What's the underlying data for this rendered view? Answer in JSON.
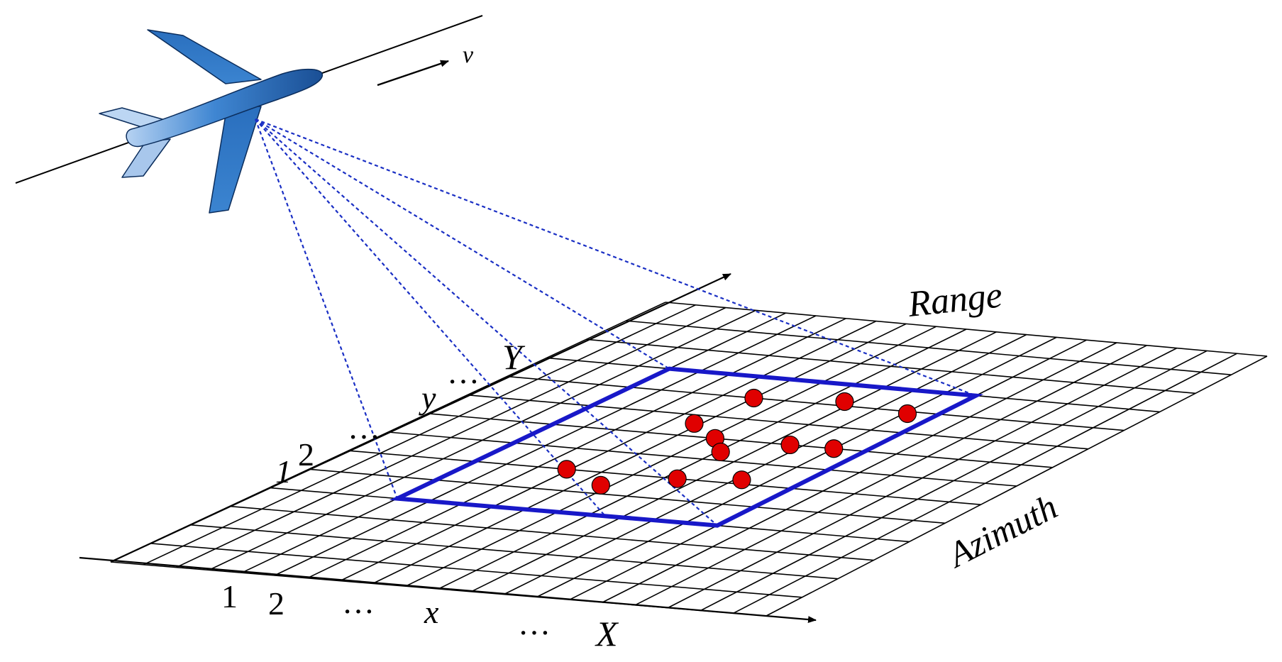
{
  "labels": {
    "velocity": "v",
    "range": "Range",
    "azimuth": "Azimuth"
  },
  "x_axis_ticks": [
    "1",
    "2",
    "…",
    "x",
    "…",
    "X"
  ],
  "y_axis_ticks": [
    "1",
    "2",
    "…",
    "y",
    "…",
    "Y"
  ],
  "grid": {
    "columns": 20,
    "rows": 14
  },
  "scene_box": {
    "col_start": 4,
    "col_end": 14,
    "row_start": 4,
    "row_end": 11
  },
  "targets": [
    {
      "col": 6.9,
      "row": 6.0
    },
    {
      "col": 7.8,
      "row": 8.6
    },
    {
      "col": 8.7,
      "row": 5.4
    },
    {
      "col": 9.2,
      "row": 8.0
    },
    {
      "col": 8.0,
      "row": 10.0
    },
    {
      "col": 10.1,
      "row": 7.4
    },
    {
      "col": 10.4,
      "row": 6.0
    },
    {
      "col": 10.7,
      "row": 10.2
    },
    {
      "col": 11.6,
      "row": 8.0
    },
    {
      "col": 12.2,
      "row": 6.2
    },
    {
      "col": 13.0,
      "row": 8.0
    },
    {
      "col": 13.1,
      "row": 9.9
    }
  ],
  "colors": {
    "aircraft_dark": "#1f5fa8",
    "aircraft_light": "#a9c8ee",
    "beam": "#1a2fc4",
    "scene_box": "#1818c8",
    "target": "#e00000",
    "grid": "#000000"
  }
}
